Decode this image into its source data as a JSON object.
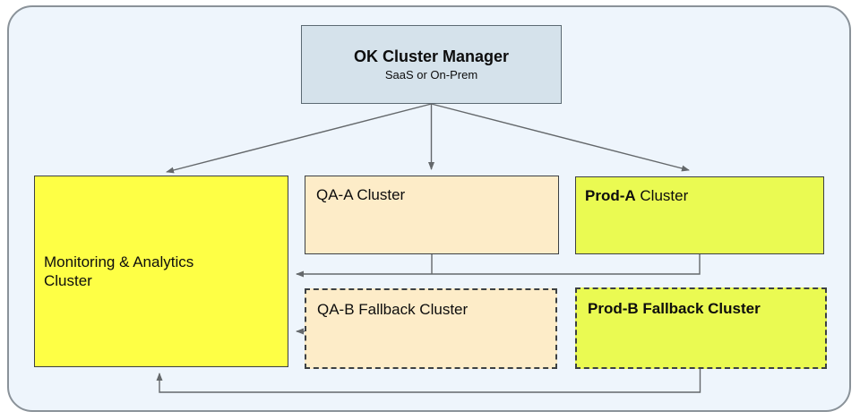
{
  "colors": {
    "page-bg": "#ffffff",
    "panel-bg": "#eef5fc",
    "panel-border": "#8a9299",
    "manager-fill": "#d5e2eb",
    "manager-border": "#5c6a73",
    "yellow-fill": "#feff45",
    "cream-fill": "#fdecc8",
    "green-fill": "#eafa52",
    "box-border": "#3c4043",
    "connector": "#64686b",
    "text": "#0d0d0d"
  },
  "diagram": {
    "manager": {
      "title": "OK Cluster Manager",
      "subtitle": "SaaS or On-Prem"
    },
    "monitoring": {
      "label": "Monitoring & Analytics\nCluster"
    },
    "qa_a": {
      "label": "QA-A Cluster"
    },
    "prod_a": {
      "name": "Prod-A",
      "suffix": "Cluster"
    },
    "qa_b": {
      "label": "QA-B Fallback Cluster"
    },
    "prod_b": {
      "label": "Prod-B Fallback Cluster"
    }
  }
}
